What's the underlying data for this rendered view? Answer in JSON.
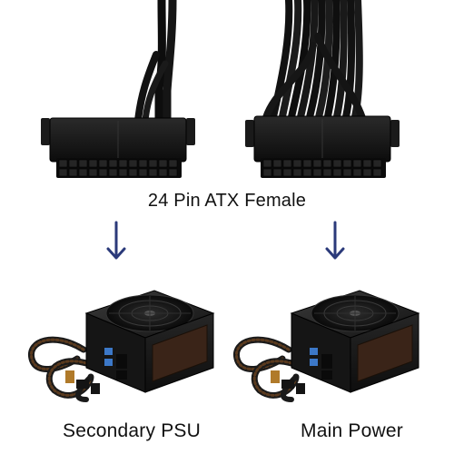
{
  "connector_label": "24 Pin ATX Female",
  "left_psu_label": "Secondary PSU",
  "right_psu_label": "Main Power",
  "colors": {
    "arrow": "#2b3a7a",
    "cable": "#111111",
    "connector": "#1b1b1b",
    "psu_body": "#1f1f1f",
    "psu_window": "#3a2418",
    "psu_port_accent": "#3c78c8",
    "modular_cable_wrap": "#5a3a1e"
  },
  "icons": {
    "arrow_left": "arrow-down-icon",
    "arrow_right": "arrow-down-icon"
  }
}
